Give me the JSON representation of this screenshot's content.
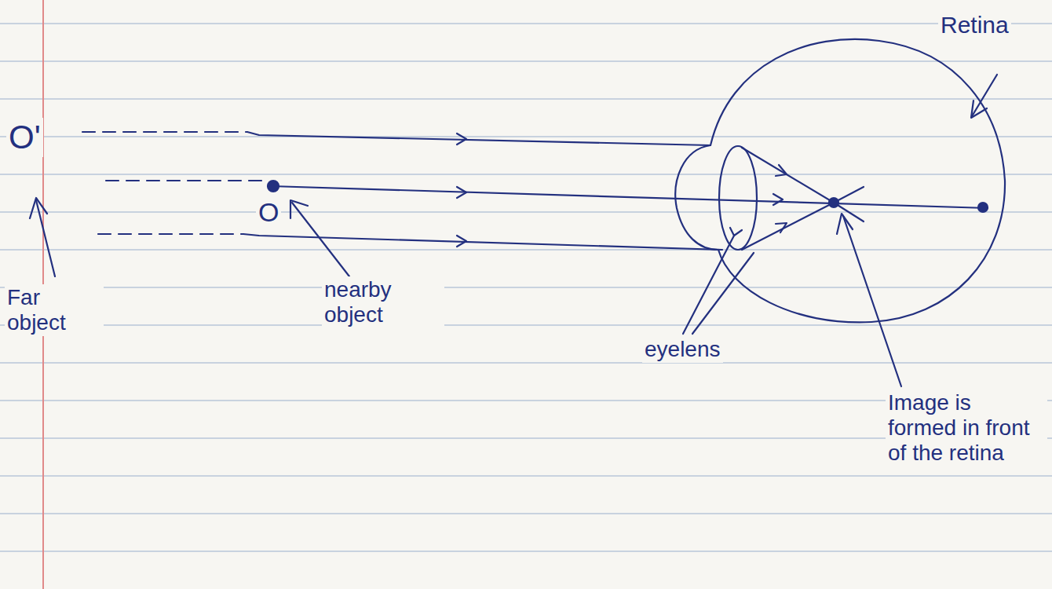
{
  "diagram": {
    "labels": [
      "Retina",
      "O'",
      "O",
      "Far object",
      "nearby object",
      "eyelens",
      "Image is formed in front of the retina"
    ]
  }
}
